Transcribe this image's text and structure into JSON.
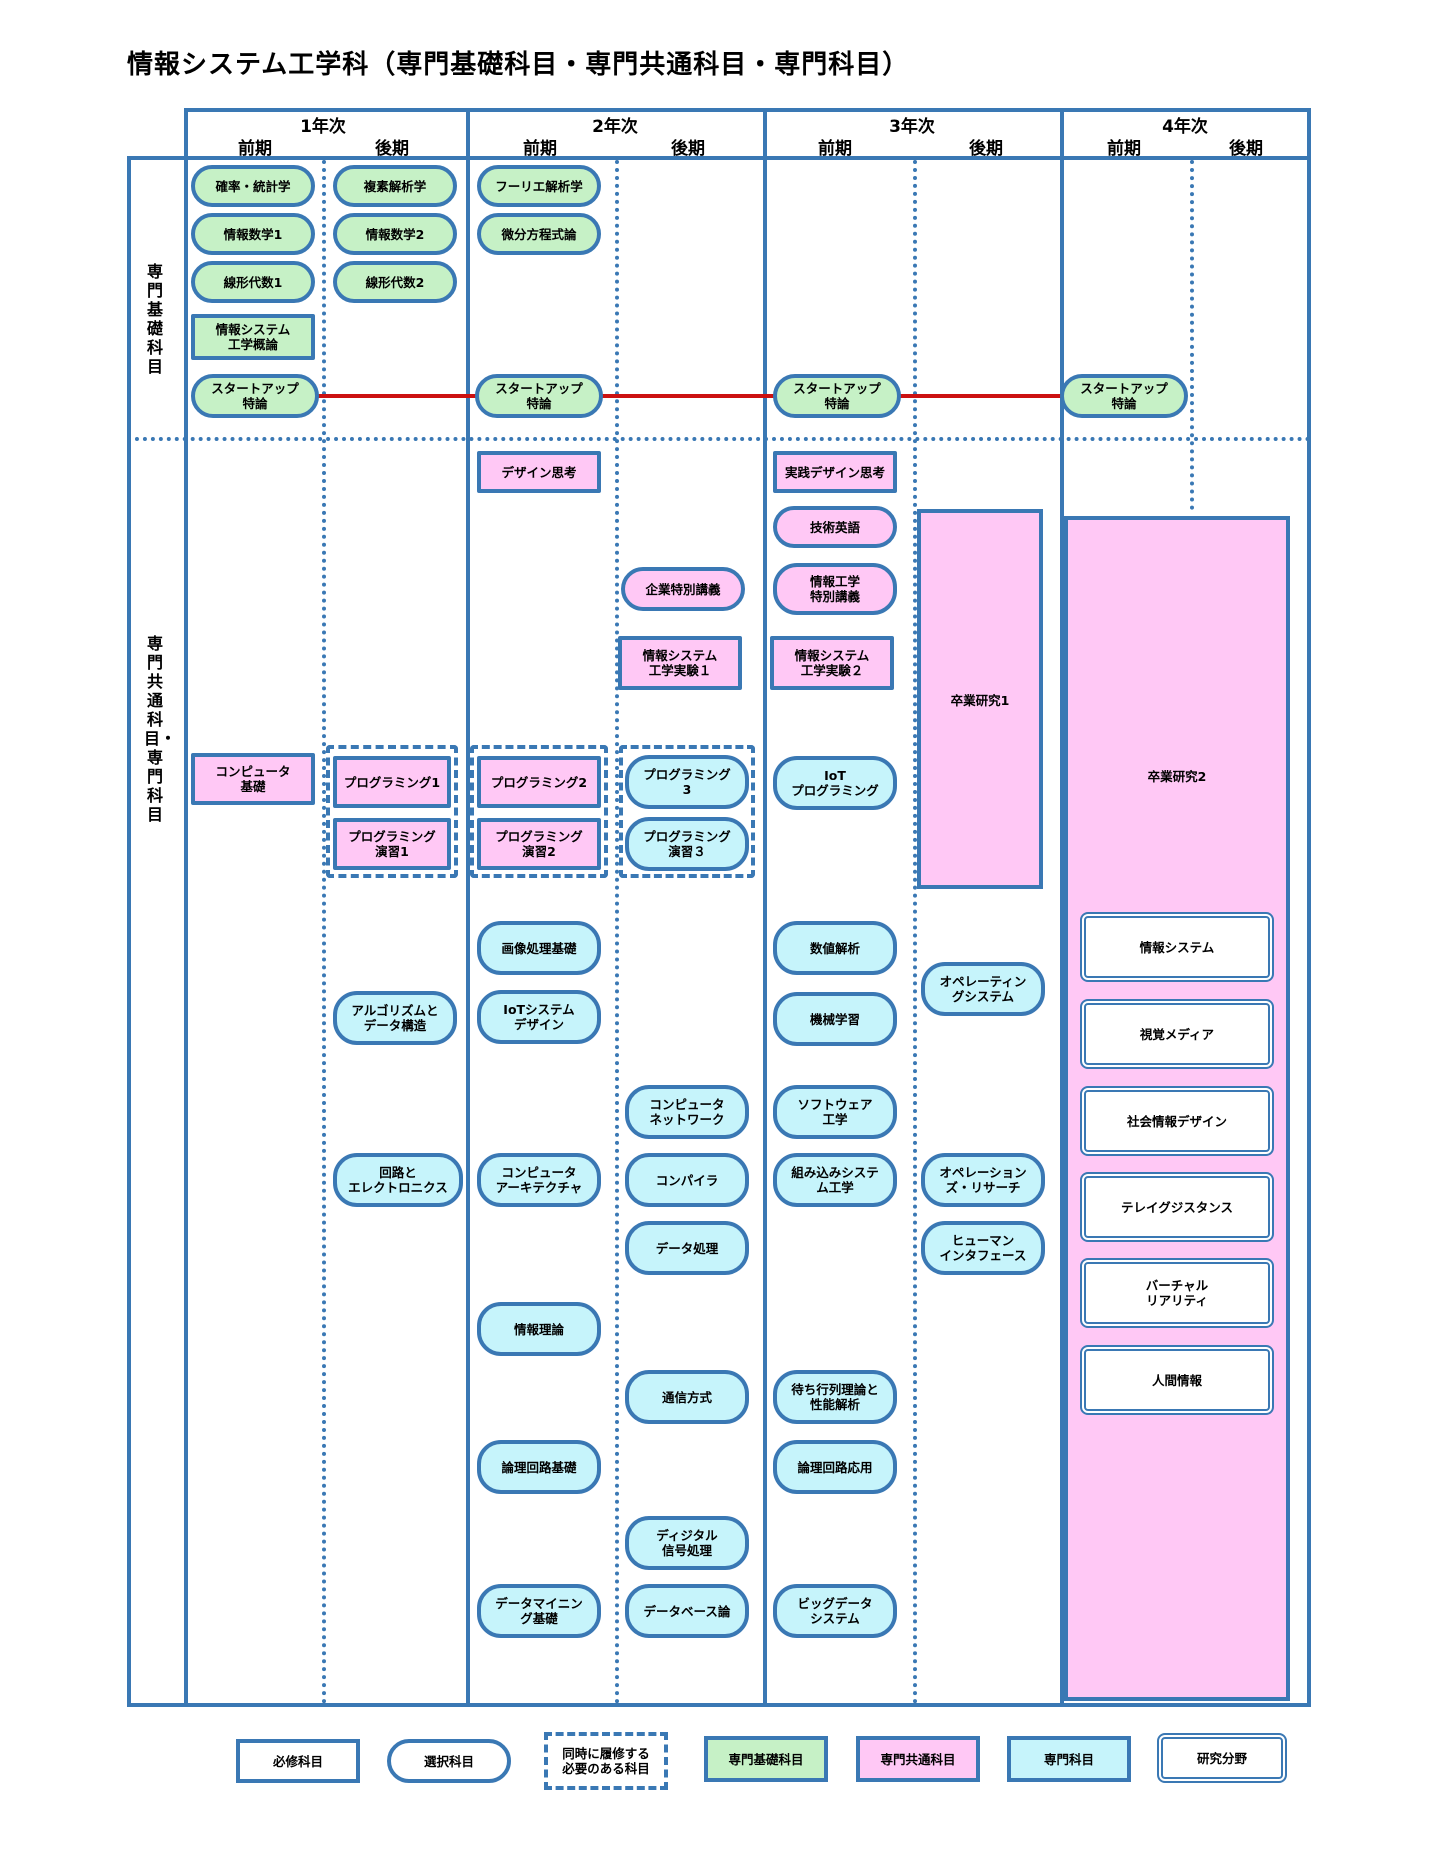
{
  "title": "情報システム工学科（専門基礎科目・専門共通科目・専門科目）",
  "years": [
    "1年次",
    "2年次",
    "3年次",
    "4年次"
  ],
  "term_first": "前期",
  "term_second": "後期",
  "sections": {
    "foundation": "専門基礎科目",
    "common": "専門共通科目・専門科目"
  },
  "courses": {
    "kakuritsu": "確率・統計学",
    "fukuso": "複素解析学",
    "fourier": "フーリエ解析学",
    "johosugaku1": "情報数学1",
    "johosugaku2": "情報数学2",
    "bibun": "微分方程式論",
    "senkei1": "線形代数1",
    "senkei2": "線形代数2",
    "gairon": "情報システム\n工学概論",
    "startup": "スタートアップ\n特論",
    "design": "デザイン思考",
    "jissen": "実践デザイン思考",
    "gijutsu": "技術英語",
    "kigyo": "企業特別講義",
    "tokubetsu": "情報工学\n特別講義",
    "jikken1": "情報システム\n工学実験１",
    "jikken2": "情報システム\n工学実験２",
    "sotsuken1": "卒業研究1",
    "sotsuken2": "卒業研究2",
    "computer_kiso": "コンピュータ\n基礎",
    "prog1": "プログラミング1",
    "prog2": "プログラミング2",
    "prog3": "プログラミング\n3",
    "iot_prog": "IoT\nプログラミング",
    "enshu1": "プログラミング\n演習1",
    "enshu2": "プログラミング\n演習2",
    "enshu3": "プログラミング\n演習３",
    "gazo": "画像処理基礎",
    "suchi": "数値解析",
    "algo": "アルゴリズムと\nデータ構造",
    "iot_sys": "IoTシステム\nデザイン",
    "kikai": "機械学習",
    "os": "オペレーティン\nグシステム",
    "network": "コンピュータ\nネットワーク",
    "software": "ソフトウェア\n工学",
    "kairo": "回路と\nエレクトロニクス",
    "arch": "コンピュータ\nアーキテクチャ",
    "compiler": "コンパイラ",
    "kumikomi": "組み込みシステ\nム工学",
    "or": "オペレーション\nズ・リサーチ",
    "datashori": "データ処理",
    "human": "ヒューマン\nインタフェース",
    "johoriron": "情報理論",
    "tsushin": "通信方式",
    "machigyoretsu": "待ち行列理論と\n性能解析",
    "ronri_kiso": "論理回路基礎",
    "ronri_oyo": "論理回路応用",
    "digital": "ディジタル\n信号処理",
    "mining": "データマイニン\nグ基礎",
    "database": "データベース論",
    "bigdata": "ビッグデータ\nシステム"
  },
  "research_areas": [
    "情報システム",
    "視覚メディア",
    "社会情報デザイン",
    "テレイグジスタンス",
    "バーチャル\nリアリティ",
    "人間情報"
  ],
  "legend": {
    "hisshu": "必修科目",
    "sentaku": "選択科目",
    "doji": "同時に履修する\n必要のある科目",
    "kiso": "専門基礎科目",
    "kyotsu": "専門共通科目",
    "senmon": "専門科目",
    "kenkyu": "研究分野"
  },
  "colors": {
    "line": "#3a78b4",
    "foundation": "#c6f1c6",
    "common": "#ffc8f5",
    "specialized": "#c6f4fb",
    "startup_link": "#cc1111"
  }
}
